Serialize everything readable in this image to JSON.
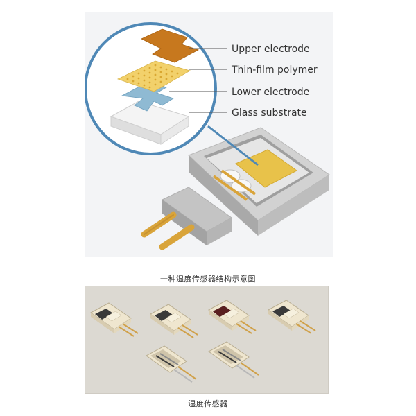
{
  "diagram": {
    "layers": [
      {
        "label": "Upper electrode"
      },
      {
        "label": "Thin-film polymer"
      },
      {
        "label": "Lower electrode"
      },
      {
        "label": "Glass substrate"
      }
    ]
  },
  "captions": {
    "diagram_caption": "一种湿度传感器结构示意图",
    "photo_caption": "湿度传感器"
  },
  "colors": {
    "upper_electrode": "#c7781e",
    "polymer": "#f2d16b",
    "lower_electrode": "#8fbad3",
    "glass": "#f4f4f4",
    "circle_stroke": "#4f88b6",
    "pins": "#d9a43a",
    "housing": "#c9c9c9"
  }
}
